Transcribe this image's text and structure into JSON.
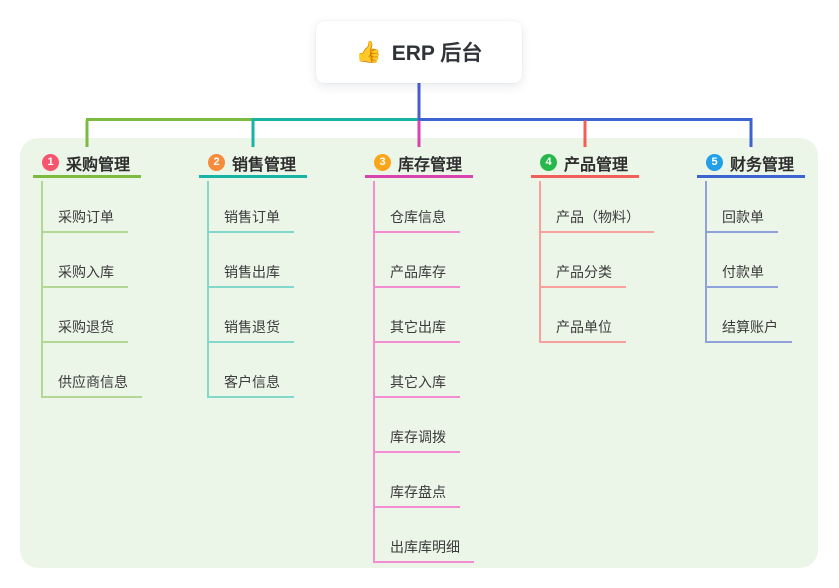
{
  "root": {
    "icon": "👍",
    "label": "ERP 后台"
  },
  "theme": {
    "page_bg": "#ffffff",
    "container_bg": "#ecf6e8",
    "root_line_color": "#4a5cd0",
    "title_text_color": "#2e2e2e",
    "child_text_color": "#3b3b3b"
  },
  "branches": [
    {
      "index": "1",
      "label": "采购管理",
      "badge_color": "#f5566e",
      "line_color": "#7dbb40",
      "child_line_color": "#b3d894",
      "children": [
        "采购订单",
        "采购入库",
        "采购退货",
        "供应商信息"
      ]
    },
    {
      "index": "2",
      "label": "销售管理",
      "badge_color": "#f78b3c",
      "line_color": "#17b4a5",
      "child_line_color": "#82d8cb",
      "children": [
        "销售订单",
        "销售出库",
        "销售退货",
        "客户信息"
      ]
    },
    {
      "index": "3",
      "label": "库存管理",
      "badge_color": "#f9a61a",
      "line_color": "#d943af",
      "child_line_color": "#f48cd1",
      "children": [
        "仓库信息",
        "产品库存",
        "其它出库",
        "其它入库",
        "库存调拨",
        "库存盘点",
        "出库库明细"
      ]
    },
    {
      "index": "4",
      "label": "产品管理",
      "badge_color": "#27b84b",
      "line_color": "#f25f58",
      "child_line_color": "#f8a09b",
      "children": [
        "产品（物料）",
        "产品分类",
        "产品单位"
      ]
    },
    {
      "index": "5",
      "label": "财务管理",
      "badge_color": "#21a0e8",
      "line_color": "#3c63d2",
      "child_line_color": "#90a2dc",
      "children": [
        "回款单",
        "付款单",
        "结算账户"
      ]
    }
  ]
}
